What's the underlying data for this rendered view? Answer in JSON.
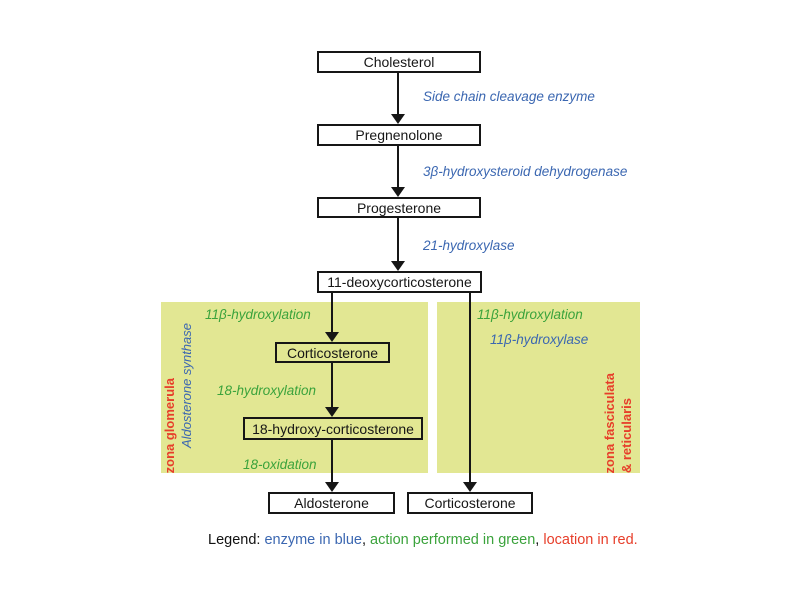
{
  "colors": {
    "enzyme_blue": "#3b67b1",
    "action_green": "#3ba33c",
    "location_red": "#e73e2a",
    "panel_green": "#e2e793",
    "box_border": "#161616"
  },
  "main_chain": {
    "nodes": [
      "Cholesterol",
      "Pregnenolone",
      "Progesterone",
      "11-deoxycorticosterone"
    ],
    "enzymes": [
      "Side chain cleavage enzyme",
      "3β-hydroxysteroid dehydrogenase",
      "21-hydroxylase"
    ]
  },
  "left_panel": {
    "location": "zona glomerula",
    "enzyme": "Aldosterone synthase",
    "actions": [
      "11β-hydroxylation",
      "18-hydroxylation",
      "18-oxidation"
    ],
    "products": [
      "Corticosterone",
      "18-hydroxy-corticosterone",
      "Aldosterone"
    ]
  },
  "right_panel": {
    "location_line1": "zona fasciculata",
    "location_line2": "& reticularis",
    "action": "11β-hydroxylation",
    "enzyme": "11β-hydroxylase",
    "product": "Corticosterone"
  },
  "legend": {
    "prefix": "Legend:",
    "enzyme_text": "enzyme in blue",
    "separator1": ",",
    "action_text": "action performed in green",
    "separator2": ",",
    "location_text": "location in red."
  }
}
